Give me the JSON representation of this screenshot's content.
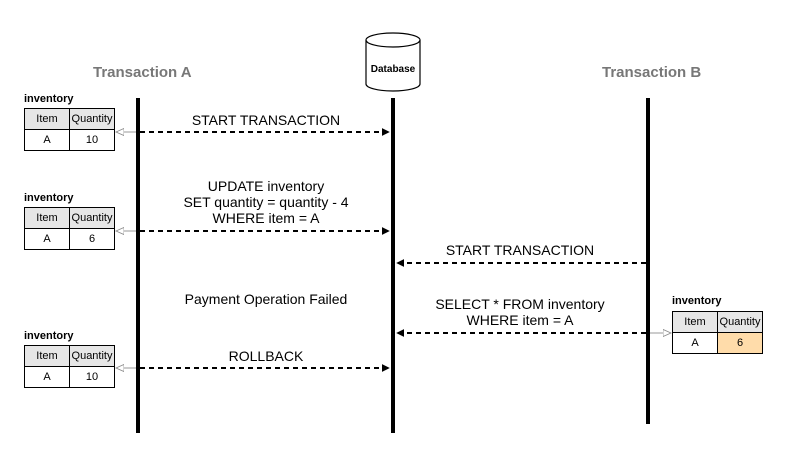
{
  "titles": {
    "transaction_a": "Transaction A",
    "database": "Database",
    "transaction_b": "Transaction B"
  },
  "messages": {
    "start_a": "START TRANSACTION",
    "update_line1": "UPDATE inventory",
    "update_line2": "SET quantity = quantity - 4",
    "update_line3": "WHERE item = A",
    "start_b": "START TRANSACTION",
    "payment_failed": "Payment Operation Failed",
    "select_line1": "SELECT * FROM inventory",
    "select_line2": "WHERE item = A",
    "rollback": "ROLLBACK"
  },
  "tables": [
    {
      "title": "inventory",
      "headers": [
        "Item",
        "Quantity"
      ],
      "item": "A",
      "quantity": "10",
      "highlight": false
    },
    {
      "title": "inventory",
      "headers": [
        "Item",
        "Quantity"
      ],
      "item": "A",
      "quantity": "6",
      "highlight": false
    },
    {
      "title": "inventory",
      "headers": [
        "Item",
        "Quantity"
      ],
      "item": "A",
      "quantity": "10",
      "highlight": false
    },
    {
      "title": "inventory",
      "headers": [
        "Item",
        "Quantity"
      ],
      "item": "A",
      "quantity": "6",
      "highlight": true
    }
  ],
  "colors": {
    "title_gray": "#777777",
    "header_fill": "#e6e6e6",
    "highlight_fill": "#ffdcaa"
  }
}
